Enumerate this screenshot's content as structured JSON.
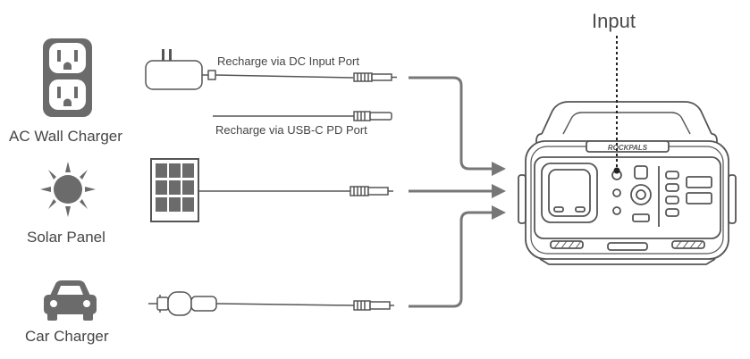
{
  "labels": {
    "input": "Input",
    "ac_wall_charger": "AC Wall Charger",
    "solar_panel": "Solar Panel",
    "car_charger": "Car Charger",
    "dc_input_port": "Recharge via DC Input Port",
    "usbc_pd_port": "Recharge via USB-C PD Port",
    "brand": "ROCKPALS"
  },
  "colors": {
    "icon": "#6b6b6b",
    "line": "#7a7a7a",
    "outline": "#555555",
    "arrow": "#777777"
  },
  "icons": [
    "outlet-icon",
    "sun-icon",
    "car-icon",
    "adapter-icon",
    "solar-panel-icon",
    "car-plug-icon",
    "power-station-icon"
  ]
}
